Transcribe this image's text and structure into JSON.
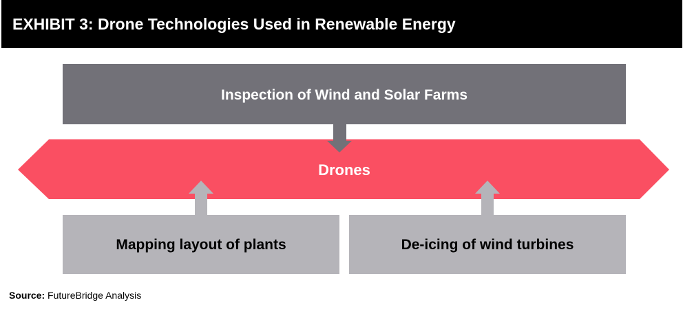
{
  "header": {
    "title": "EXHIBIT 3: Drone Technologies Used in Renewable Energy"
  },
  "diagram": {
    "top_box": {
      "label": "Inspection of Wind and Solar Farms"
    },
    "center": {
      "label": "Drones"
    },
    "bottom_left": {
      "label": "Mapping layout of plants"
    },
    "bottom_right": {
      "label": "De-icing of wind turbines"
    }
  },
  "source": {
    "label": "Source:",
    "text": "FutureBridge Analysis"
  },
  "colors": {
    "header_bg": "#000000",
    "top_box": "#727178",
    "center_band": "#fa4f62",
    "bottom_box": "#b5b4b9",
    "arrow": "#727178",
    "white_text": "#ffffff",
    "dark_text": "#000000"
  }
}
